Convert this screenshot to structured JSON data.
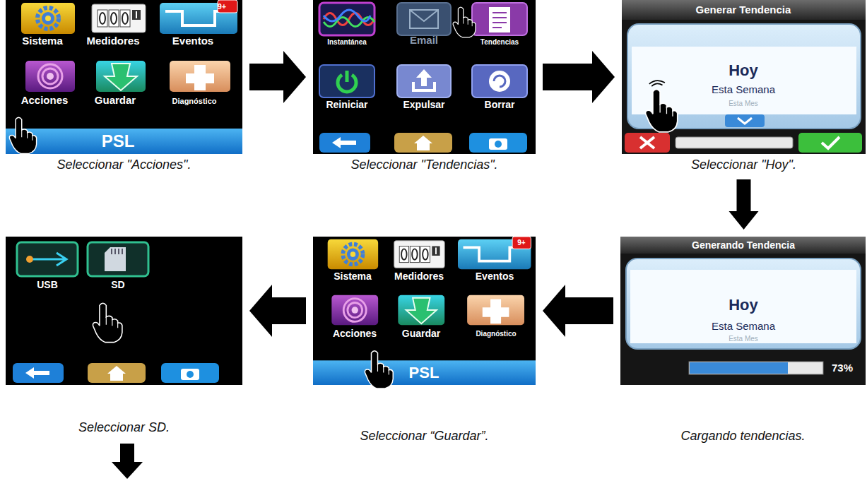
{
  "diagram": {
    "nodes": [
      {
        "text": [
          "Seleccionar \"Acciones\"."
        ]
      },
      {
        "text": [
          "Seleccionar \"Tendencias\"."
        ]
      },
      {
        "text": [
          "Seleccionar \"Hoy\"."
        ]
      },
      {
        "text": [
          "Cargando tendencias."
        ]
      },
      {
        "text": [
          "Seleccionar “Guardar”."
        ]
      },
      {
        "text": [
          "Seleccionar SD."
        ]
      }
    ],
    "edges": [
      {
        "from": 0,
        "to": 1,
        "arrow": "to"
      },
      {
        "from": 1,
        "to": 2,
        "arrow": "to"
      },
      {
        "from": 2,
        "to": 3,
        "arrow": "to"
      },
      {
        "from": 3,
        "to": 4,
        "arrow": "to"
      },
      {
        "from": 4,
        "to": 5,
        "arrow": "to"
      }
    ],
    "labels": [
      "Sistema",
      "Medidores",
      "Eventos",
      "9+",
      "Acciones",
      "Guardar",
      "Diagnóstico",
      "PSL",
      "Instantánea",
      "Email",
      "Tendencias",
      "Reiniciar",
      "Expulsar",
      "Borrar",
      "Generar Tendencia",
      "Hoy",
      "Esta Semana",
      "Esta Mes",
      "Generando Tendencia",
      "Hoy",
      "Esta Semana",
      "Esta Mes",
      "73%",
      "Sistema",
      "Medidores",
      "Eventos",
      "9+",
      "Acciones",
      "Guardar",
      "Diagnóstico",
      "PSL",
      "USB",
      "SD"
    ]
  }
}
